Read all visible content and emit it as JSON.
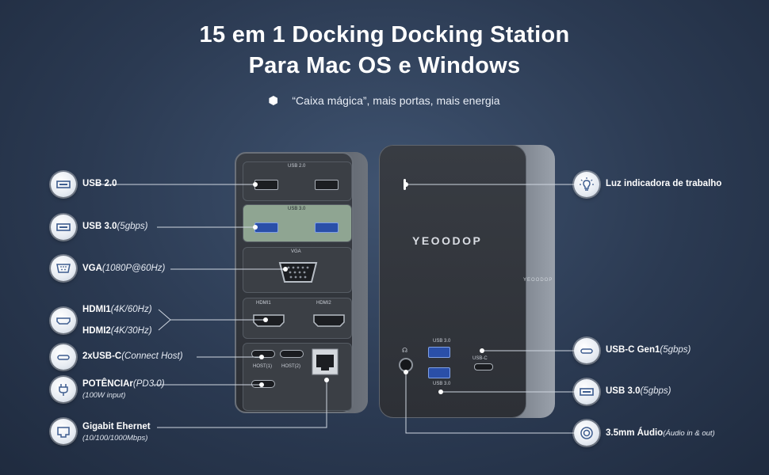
{
  "title_line1": "15 em 1 Docking Docking Station",
  "title_line2": "Para Mac OS e Windows",
  "subtitle": "“Caixa mágica”, mais portas, mais energia",
  "device": {
    "brand": "YEOODOP",
    "brand_side": "YEOODOP",
    "front_labels": {
      "usb20": "USB 2.0",
      "usb30": "USB 3.0",
      "vga": "VGA",
      "hdmi1": "HDMI1",
      "hdmi2": "HDMI2",
      "host1": "HOST(1)",
      "host2": "HOST(2)",
      "usbc_top": "USB 3.0",
      "usbc_port": "USB-C",
      "usb30_bottom": "USB 3.0"
    }
  },
  "left_features": [
    {
      "icon": "usb-port-icon",
      "name": "USB 2.0",
      "detail": "",
      "sub": ""
    },
    {
      "icon": "usb-port-icon",
      "name": "USB 3.0",
      "detail": "(5gbps)",
      "sub": ""
    },
    {
      "icon": "vga-port-icon",
      "name": "VGA",
      "detail": "(1080P@60Hz)",
      "sub": ""
    },
    {
      "icon": "hdmi-port-icon",
      "name": "HDMI1",
      "detail": "(4K/60Hz)",
      "sub": ""
    },
    {
      "icon": "hdmi-port-icon",
      "name": "HDMI2",
      "detail": "(4K/30Hz)",
      "sub": ""
    },
    {
      "icon": "usb-c-port-icon",
      "name": "2xUSB-C",
      "detail": "(Connect Host)",
      "sub": ""
    },
    {
      "icon": "power-plug-icon",
      "name": "POTÊNCIAr",
      "detail": "(PD3.0)",
      "sub": "(100W input)"
    },
    {
      "icon": "ethernet-port-icon",
      "name": "Gigabit Ehernet",
      "detail": "",
      "sub": "(10/100/1000Mbps)"
    }
  ],
  "right_features": [
    {
      "icon": "light-bulb-icon",
      "name": "Luz indicadora de trabalho",
      "detail": ""
    },
    {
      "icon": "usb-c-port-icon",
      "name": "USB-C Gen1",
      "detail": "(5gbps)"
    },
    {
      "icon": "usb-port-icon",
      "name": "USB 3.0",
      "detail": "(5gbps)"
    },
    {
      "icon": "audio-jack-icon",
      "name": "3.5mm Áudio",
      "detail": "(Áudio in & out)"
    }
  ]
}
